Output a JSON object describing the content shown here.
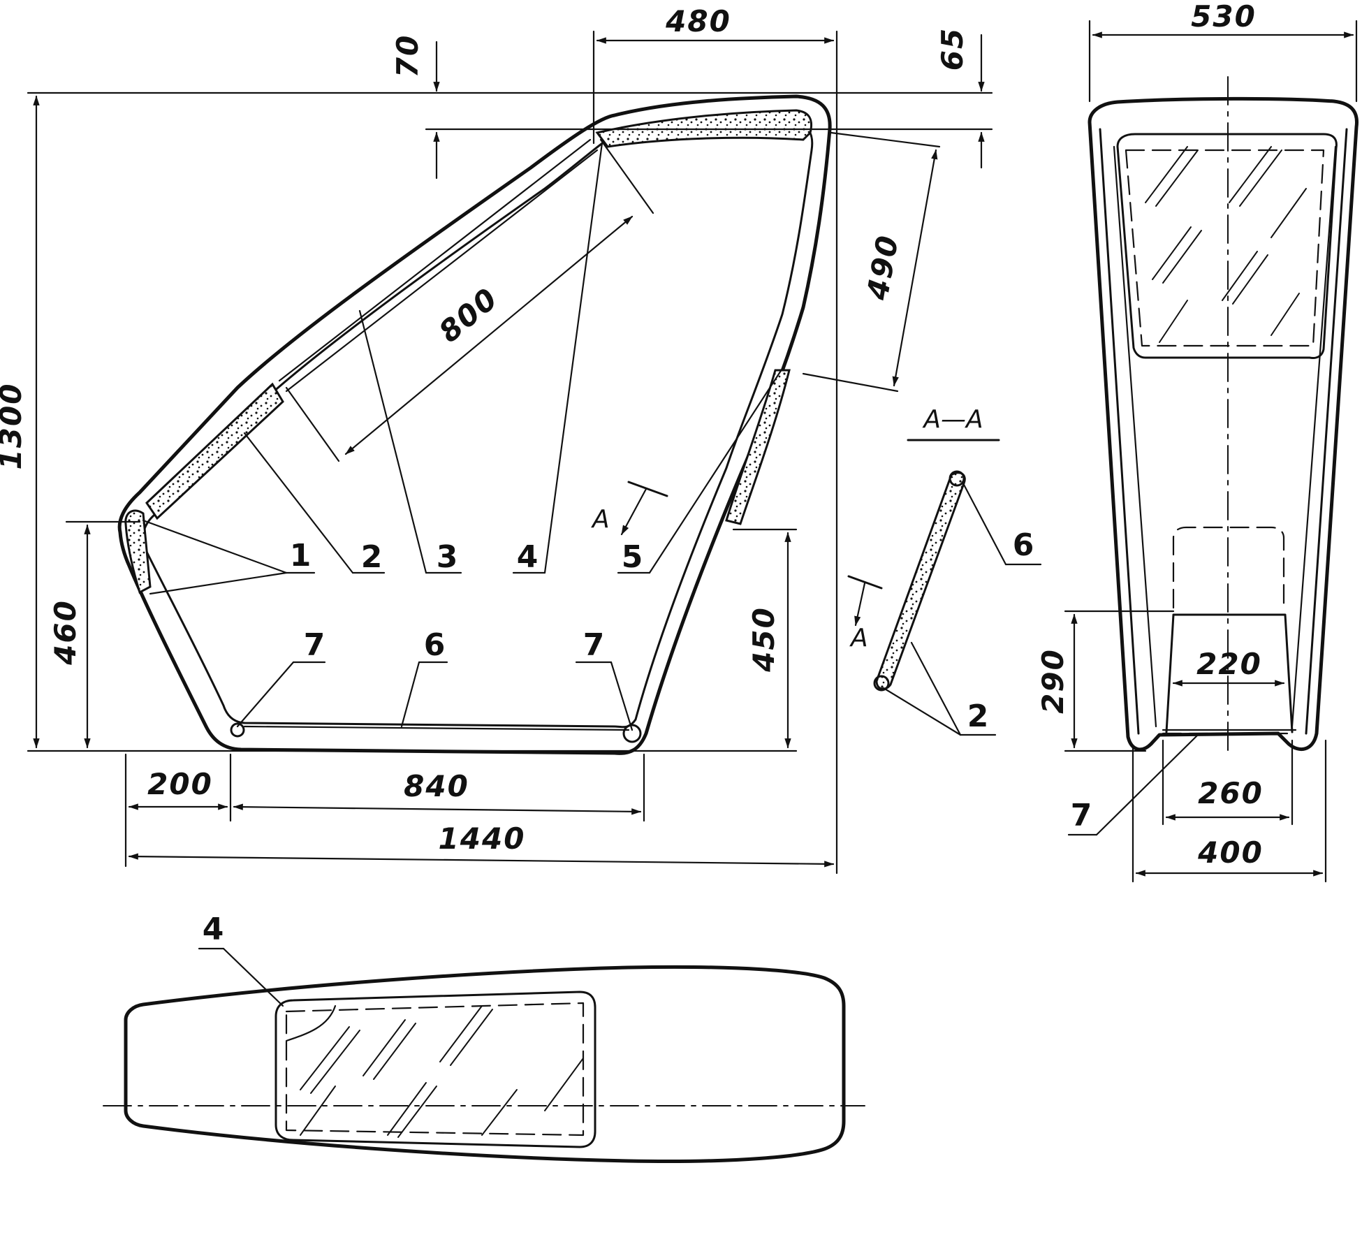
{
  "dimensions": {
    "d480": "480",
    "d530": "530",
    "d70": "70",
    "d65": "65",
    "d490": "490",
    "d800": "800",
    "d1300": "1300",
    "d460": "460",
    "d450": "450",
    "d200": "200",
    "d840": "840",
    "d1440": "1440",
    "d290": "290",
    "d220": "220",
    "d260": "260",
    "d400": "400"
  },
  "part_labels": {
    "p1": "1",
    "p2": "2",
    "p3": "3",
    "p4": "4",
    "p5": "5",
    "p6": "6",
    "p7": "7"
  },
  "section": {
    "title": "A—A",
    "marker": "A"
  }
}
